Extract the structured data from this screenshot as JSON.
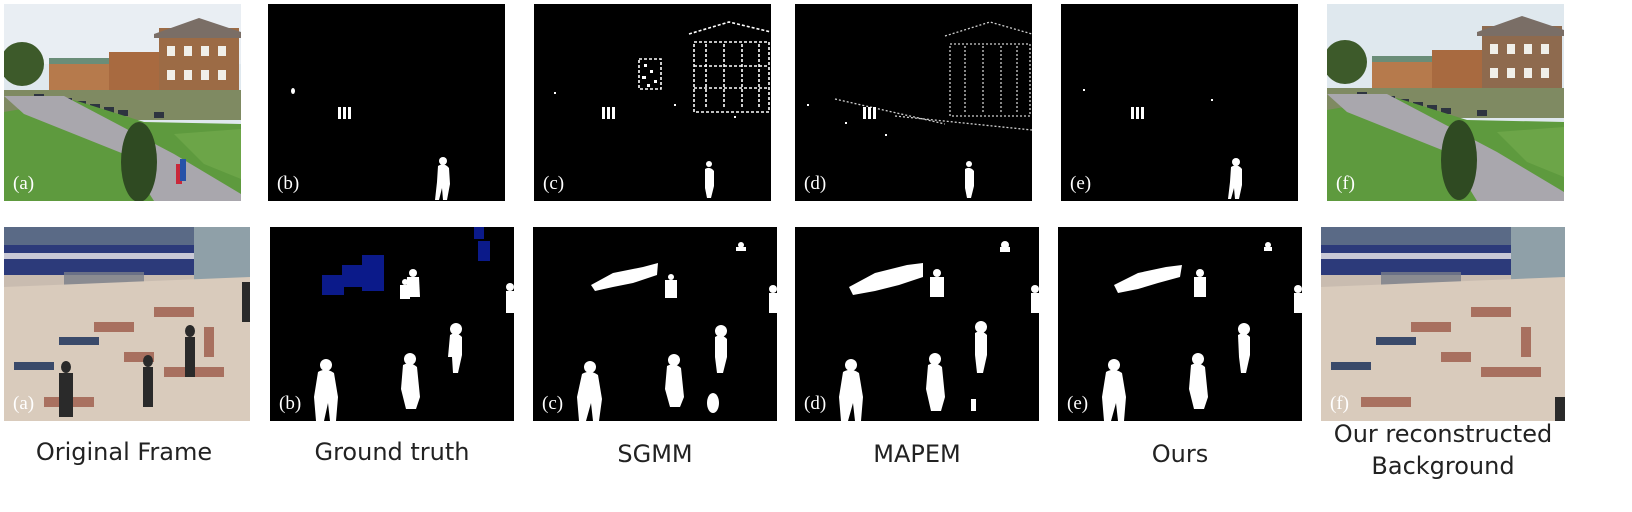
{
  "figure": {
    "panel_tags": {
      "a": "(a)",
      "b": "(b)",
      "c": "(c)",
      "d": "(d)",
      "e": "(e)",
      "f": "(f)"
    },
    "captions": {
      "original": "Original Frame",
      "ground_truth": "Ground truth",
      "sgmm": "SGMM",
      "mapem": "MAPEM",
      "ours": "Ours",
      "background_line1": "Our reconstructed",
      "background_line2": "Background"
    },
    "colors": {
      "mask_background": "#000000",
      "mask_foreground": "#ffffff",
      "ground_truth_unknown_region": "#0b1a8a"
    }
  }
}
